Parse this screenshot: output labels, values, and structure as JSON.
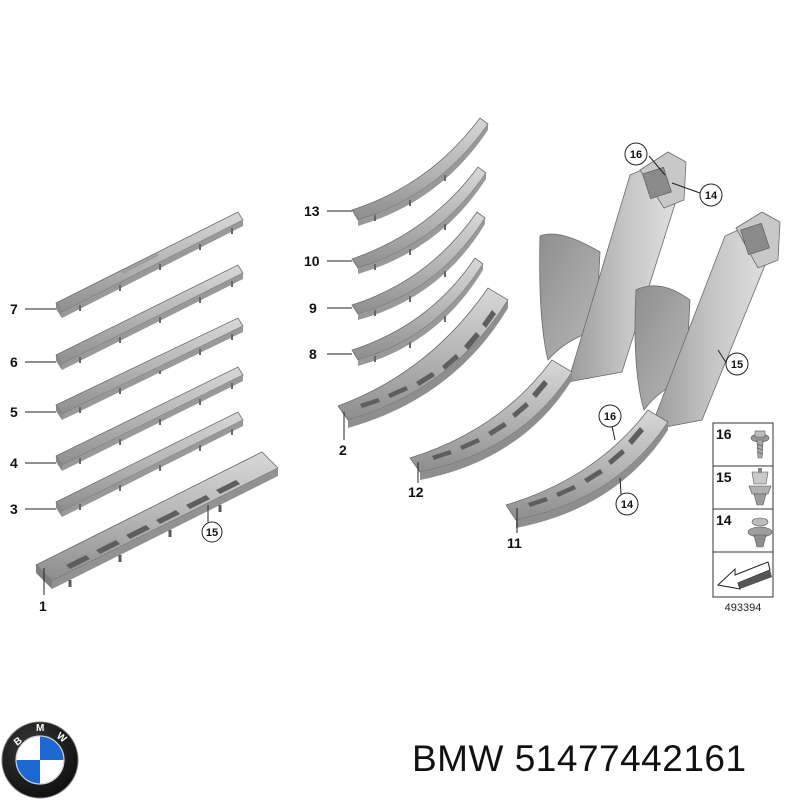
{
  "callouts": {
    "c1": "1",
    "c2": "2",
    "c3": "3",
    "c4": "4",
    "c5": "5",
    "c6": "6",
    "c7": "7",
    "c8": "8",
    "c9": "9",
    "c10": "10",
    "c11": "11",
    "c12": "12",
    "c13": "13",
    "c14a": "14",
    "c14b": "14",
    "c15a": "15",
    "c15b": "15",
    "c16a": "16",
    "c16b": "16"
  },
  "legend": {
    "items": [
      {
        "number": "16",
        "icon": "screw-washer-icon"
      },
      {
        "number": "15",
        "icon": "clip-nut-icon"
      },
      {
        "number": "14",
        "icon": "expanding-rivet-icon"
      }
    ],
    "arrow_icon": "direction-arrow-icon",
    "reference": "493394"
  },
  "logo": {
    "letters": [
      "B",
      "M",
      "W"
    ],
    "colors": {
      "ring": "#1a1a1a",
      "blue": "#1c69d4",
      "white": "#ffffff"
    }
  },
  "caption": {
    "brand": "BMW",
    "part_number": "51477442161"
  },
  "colors": {
    "part_fill": "#b5b5b5",
    "part_dark": "#8a8a8a",
    "part_light": "#d6d6d6",
    "line": "#333333"
  }
}
